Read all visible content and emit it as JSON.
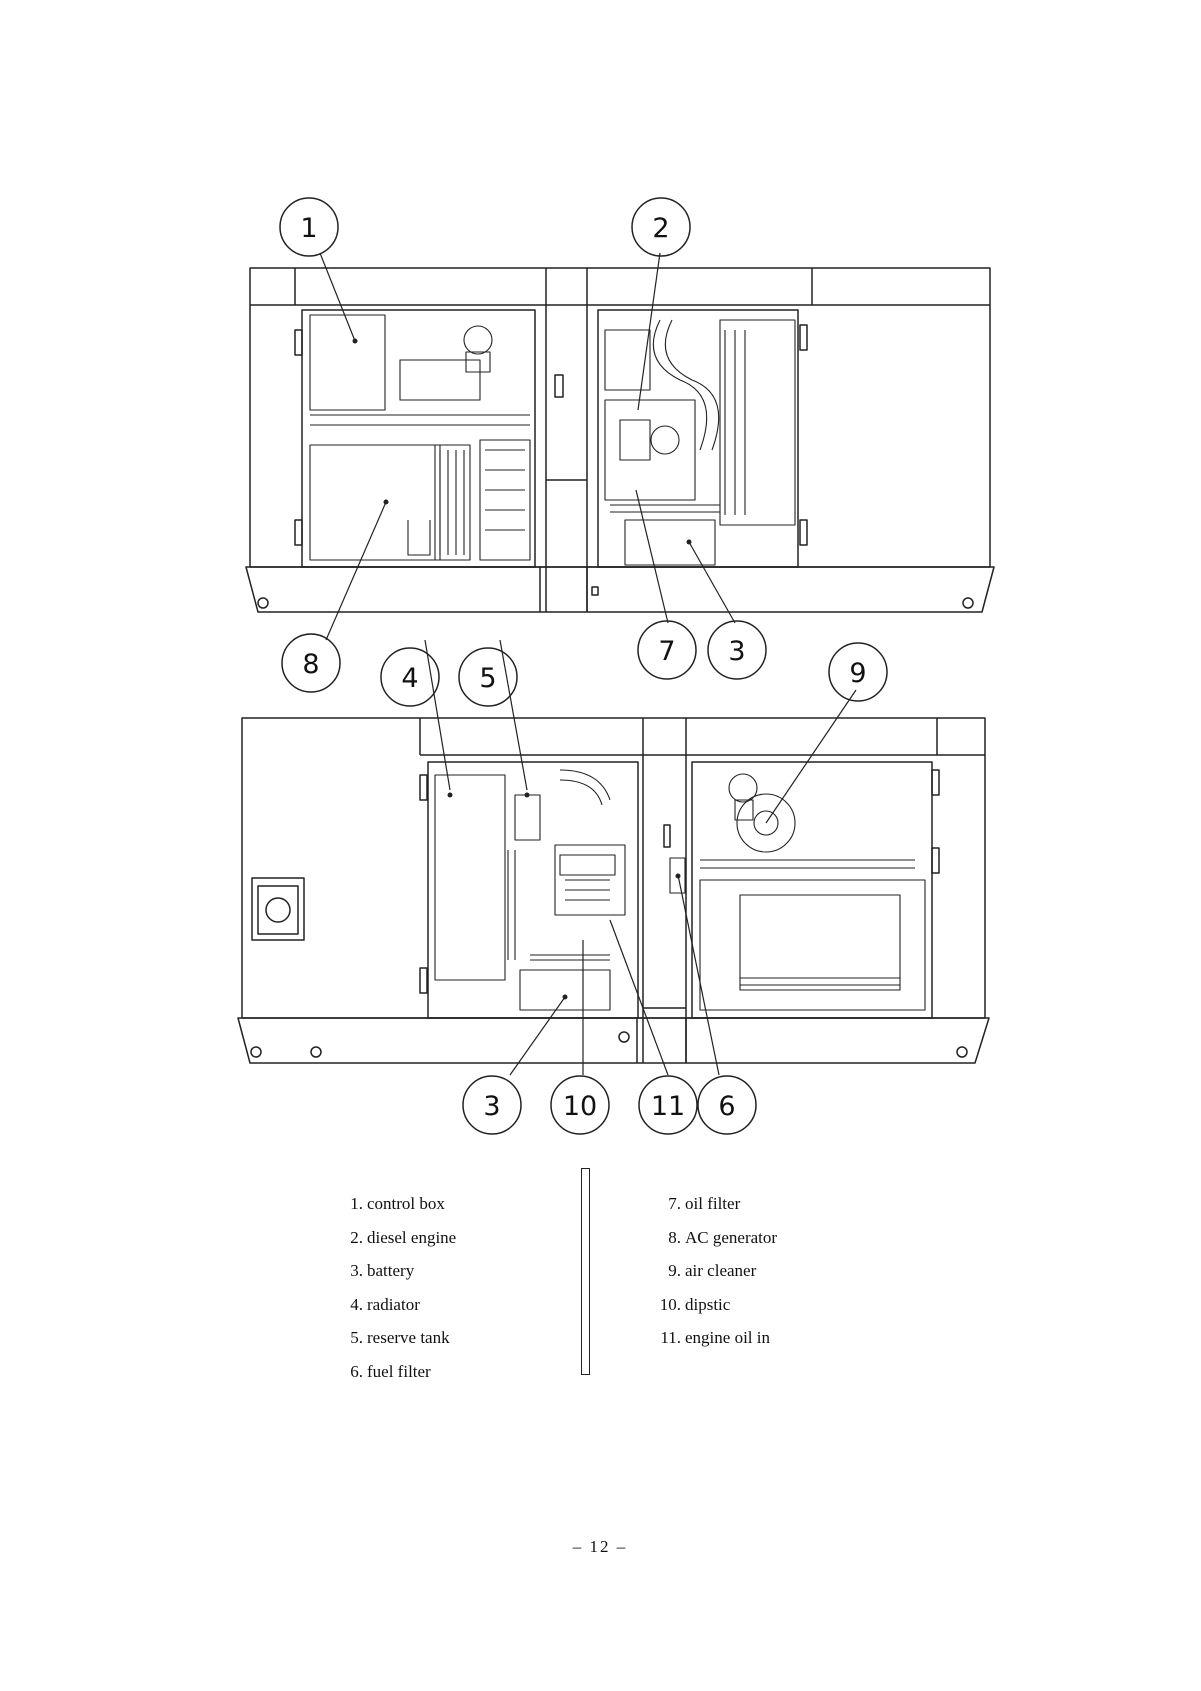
{
  "callouts": [
    "1",
    "2",
    "3",
    "4",
    "5",
    "6",
    "7",
    "8",
    "9",
    "10",
    "11"
  ],
  "legend": {
    "left": [
      {
        "num": "1.",
        "label": "control box"
      },
      {
        "num": "2.",
        "label": "diesel engine"
      },
      {
        "num": "3.",
        "label": "battery"
      },
      {
        "num": "4.",
        "label": "radiator"
      },
      {
        "num": "5.",
        "label": "reserve tank"
      },
      {
        "num": "6.",
        "label": "fuel filter"
      }
    ],
    "right": [
      {
        "num": "7.",
        "label": "oil filter"
      },
      {
        "num": "8.",
        "label": "AC generator"
      },
      {
        "num": "9.",
        "label": "air cleaner"
      },
      {
        "num": "10.",
        "label": "dipstic"
      },
      {
        "num": "11.",
        "label": "engine oil in"
      }
    ]
  },
  "page_number": "– 12 –"
}
